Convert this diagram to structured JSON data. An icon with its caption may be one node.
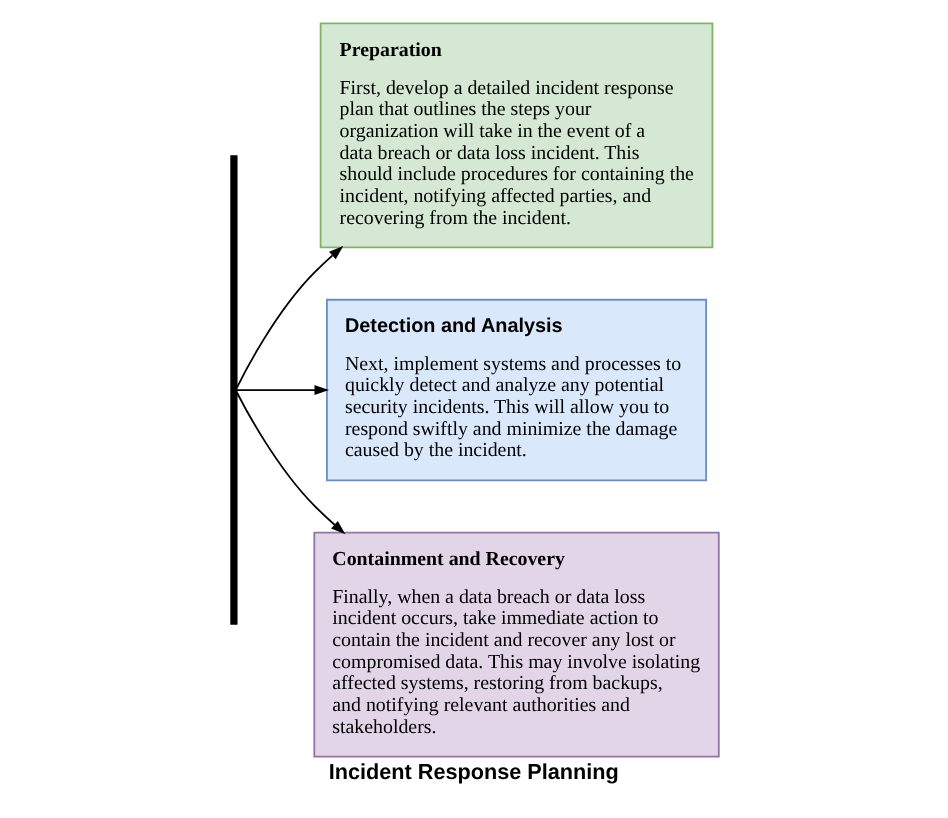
{
  "diagram": {
    "caption": "Incident Response Planning",
    "nodes": [
      {
        "text": [
          "Preparation",
          "First, develop a detailed incident response plan that outlines the steps your organization will take in the event of a data breach or data loss incident. This should include procedures for containing the incident, notifying affected parties, and recovering from the incident."
        ]
      },
      {
        "text": [
          "Detection and Analysis",
          "Next, implement systems and processes to quickly detect and analyze any potential security incidents. This will allow you to respond swiftly and minimize the damage caused by the incident."
        ]
      },
      {
        "text": [
          "Containment and Recovery",
          "Finally, when a data breach or data loss incident occurs, take immediate action to contain the incident and recover any lost or compromised data. This may involve isolating affected systems, restoring from backups, and notifying relevant authorities and stakeholders."
        ]
      },
      {
        "text": [],
        "shape": "bar"
      }
    ],
    "edges": [
      {
        "from": 3,
        "to": 0,
        "arrow": "to"
      },
      {
        "from": 3,
        "to": 1,
        "arrow": "to"
      },
      {
        "from": 3,
        "to": 2,
        "arrow": "to"
      }
    ]
  }
}
